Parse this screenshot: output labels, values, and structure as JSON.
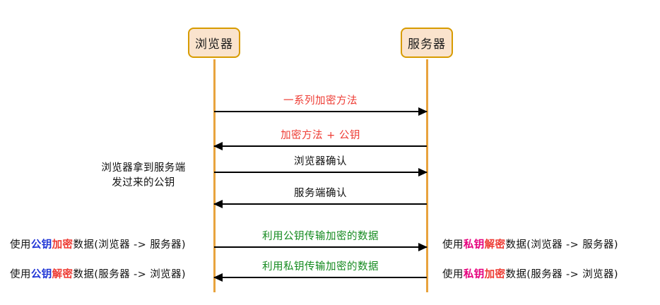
{
  "diagram": {
    "type": "sequence-diagram",
    "title": "HTTPS handshake sequence diagram",
    "participants": [
      {
        "id": "browser",
        "label": "浏览器"
      },
      {
        "id": "server",
        "label": "服务器"
      }
    ],
    "messages": [
      {
        "id": "m1",
        "label": "一系列加密方法",
        "direction": "right",
        "color": "#EE3B33"
      },
      {
        "id": "m2",
        "label": "加密方法 + 公钥",
        "direction": "left",
        "color": "#EE3B33"
      },
      {
        "id": "m3",
        "label": "浏览器确认",
        "direction": "right",
        "color": "#111111"
      },
      {
        "id": "m4",
        "label": "服务端确认",
        "direction": "left",
        "color": "#111111"
      },
      {
        "id": "m5",
        "label": "利用公钥传输加密的数据",
        "direction": "right",
        "color": "#138A1E"
      },
      {
        "id": "m6",
        "label": "利用私钥传输加密的数据",
        "direction": "left",
        "color": "#138A1E"
      }
    ],
    "notes": {
      "public_key_note": {
        "line1": "浏览器拿到服务端",
        "line2": "发过来的公钥"
      },
      "left": [
        {
          "id": "left-1",
          "parts": [
            {
              "text": "使用",
              "color": "#111111"
            },
            {
              "text": "公钥",
              "color": "#1F35D6"
            },
            {
              "text": "加密",
              "color": "#EE3B33"
            },
            {
              "text": "数据(浏览器 -> 服务器)",
              "color": "#111111"
            }
          ]
        },
        {
          "id": "left-2",
          "parts": [
            {
              "text": "使用",
              "color": "#111111"
            },
            {
              "text": "公钥",
              "color": "#1F35D6"
            },
            {
              "text": "解密",
              "color": "#EE3B33"
            },
            {
              "text": "数据(服务器 -> 浏览器)",
              "color": "#111111"
            }
          ]
        }
      ],
      "right": [
        {
          "id": "right-1",
          "parts": [
            {
              "text": "使用",
              "color": "#111111"
            },
            {
              "text": "私钥",
              "color": "#E6007E"
            },
            {
              "text": "解密",
              "color": "#EE3B33"
            },
            {
              "text": "数据(浏览器 -> 服务器)",
              "color": "#111111"
            }
          ]
        },
        {
          "id": "right-2",
          "parts": [
            {
              "text": "使用",
              "color": "#111111"
            },
            {
              "text": "私钥",
              "color": "#E6007E"
            },
            {
              "text": "加密",
              "color": "#EE3B33"
            },
            {
              "text": "数据(服务器 -> 浏览器)",
              "color": "#111111"
            }
          ]
        }
      ]
    },
    "colors": {
      "participant_fill": "#FAE3CD",
      "participant_border": "#D79B00",
      "lifeline": "#E8A33D",
      "red": "#EE3B33",
      "green": "#138A1E",
      "blue": "#1F35D6",
      "pink": "#E6007E",
      "black": "#111111",
      "background": "#FFFFFF"
    }
  }
}
